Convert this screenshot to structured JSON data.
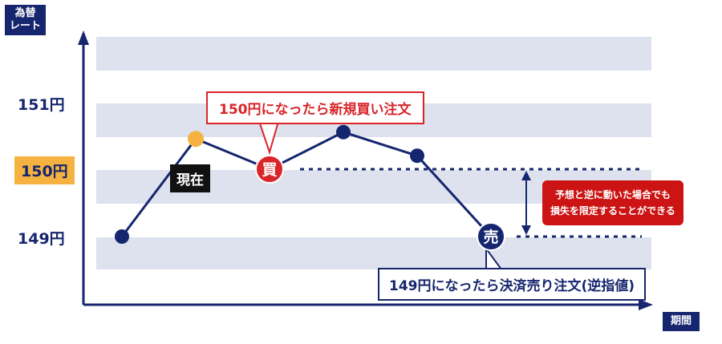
{
  "axes": {
    "y_title_line1": "為替",
    "y_title_line2": "レート",
    "x_title": "期間"
  },
  "y_ticks": [
    {
      "label": "151円",
      "value": 151,
      "highlight": false
    },
    {
      "label": "150円",
      "value": 150,
      "highlight": true
    },
    {
      "label": "149円",
      "value": 149,
      "highlight": false
    }
  ],
  "series": [
    {
      "step": 0,
      "rate": 149.0
    },
    {
      "step": 1,
      "rate": 150.45
    },
    {
      "step": 2,
      "rate": 150.0
    },
    {
      "step": 3,
      "rate": 150.55
    },
    {
      "step": 4,
      "rate": 150.2
    },
    {
      "step": 5,
      "rate": 149.0
    }
  ],
  "markers": {
    "current": {
      "step": 1,
      "label": "現在"
    },
    "buy": {
      "step": 2,
      "symbol": "買"
    },
    "sell": {
      "step": 5,
      "symbol": "売"
    }
  },
  "callouts": {
    "buy_order": "150円になったら新規買い注文",
    "sell_order": "149円になったら決済売り注文(逆指値)",
    "risk_note_line1": "予想と逆に動いた場合でも",
    "risk_note_line2": "損失を限定することができる"
  },
  "colors": {
    "navy": "#16266e",
    "band": "#dde2ee",
    "red": "#d9252a",
    "orange": "#f5b240"
  }
}
